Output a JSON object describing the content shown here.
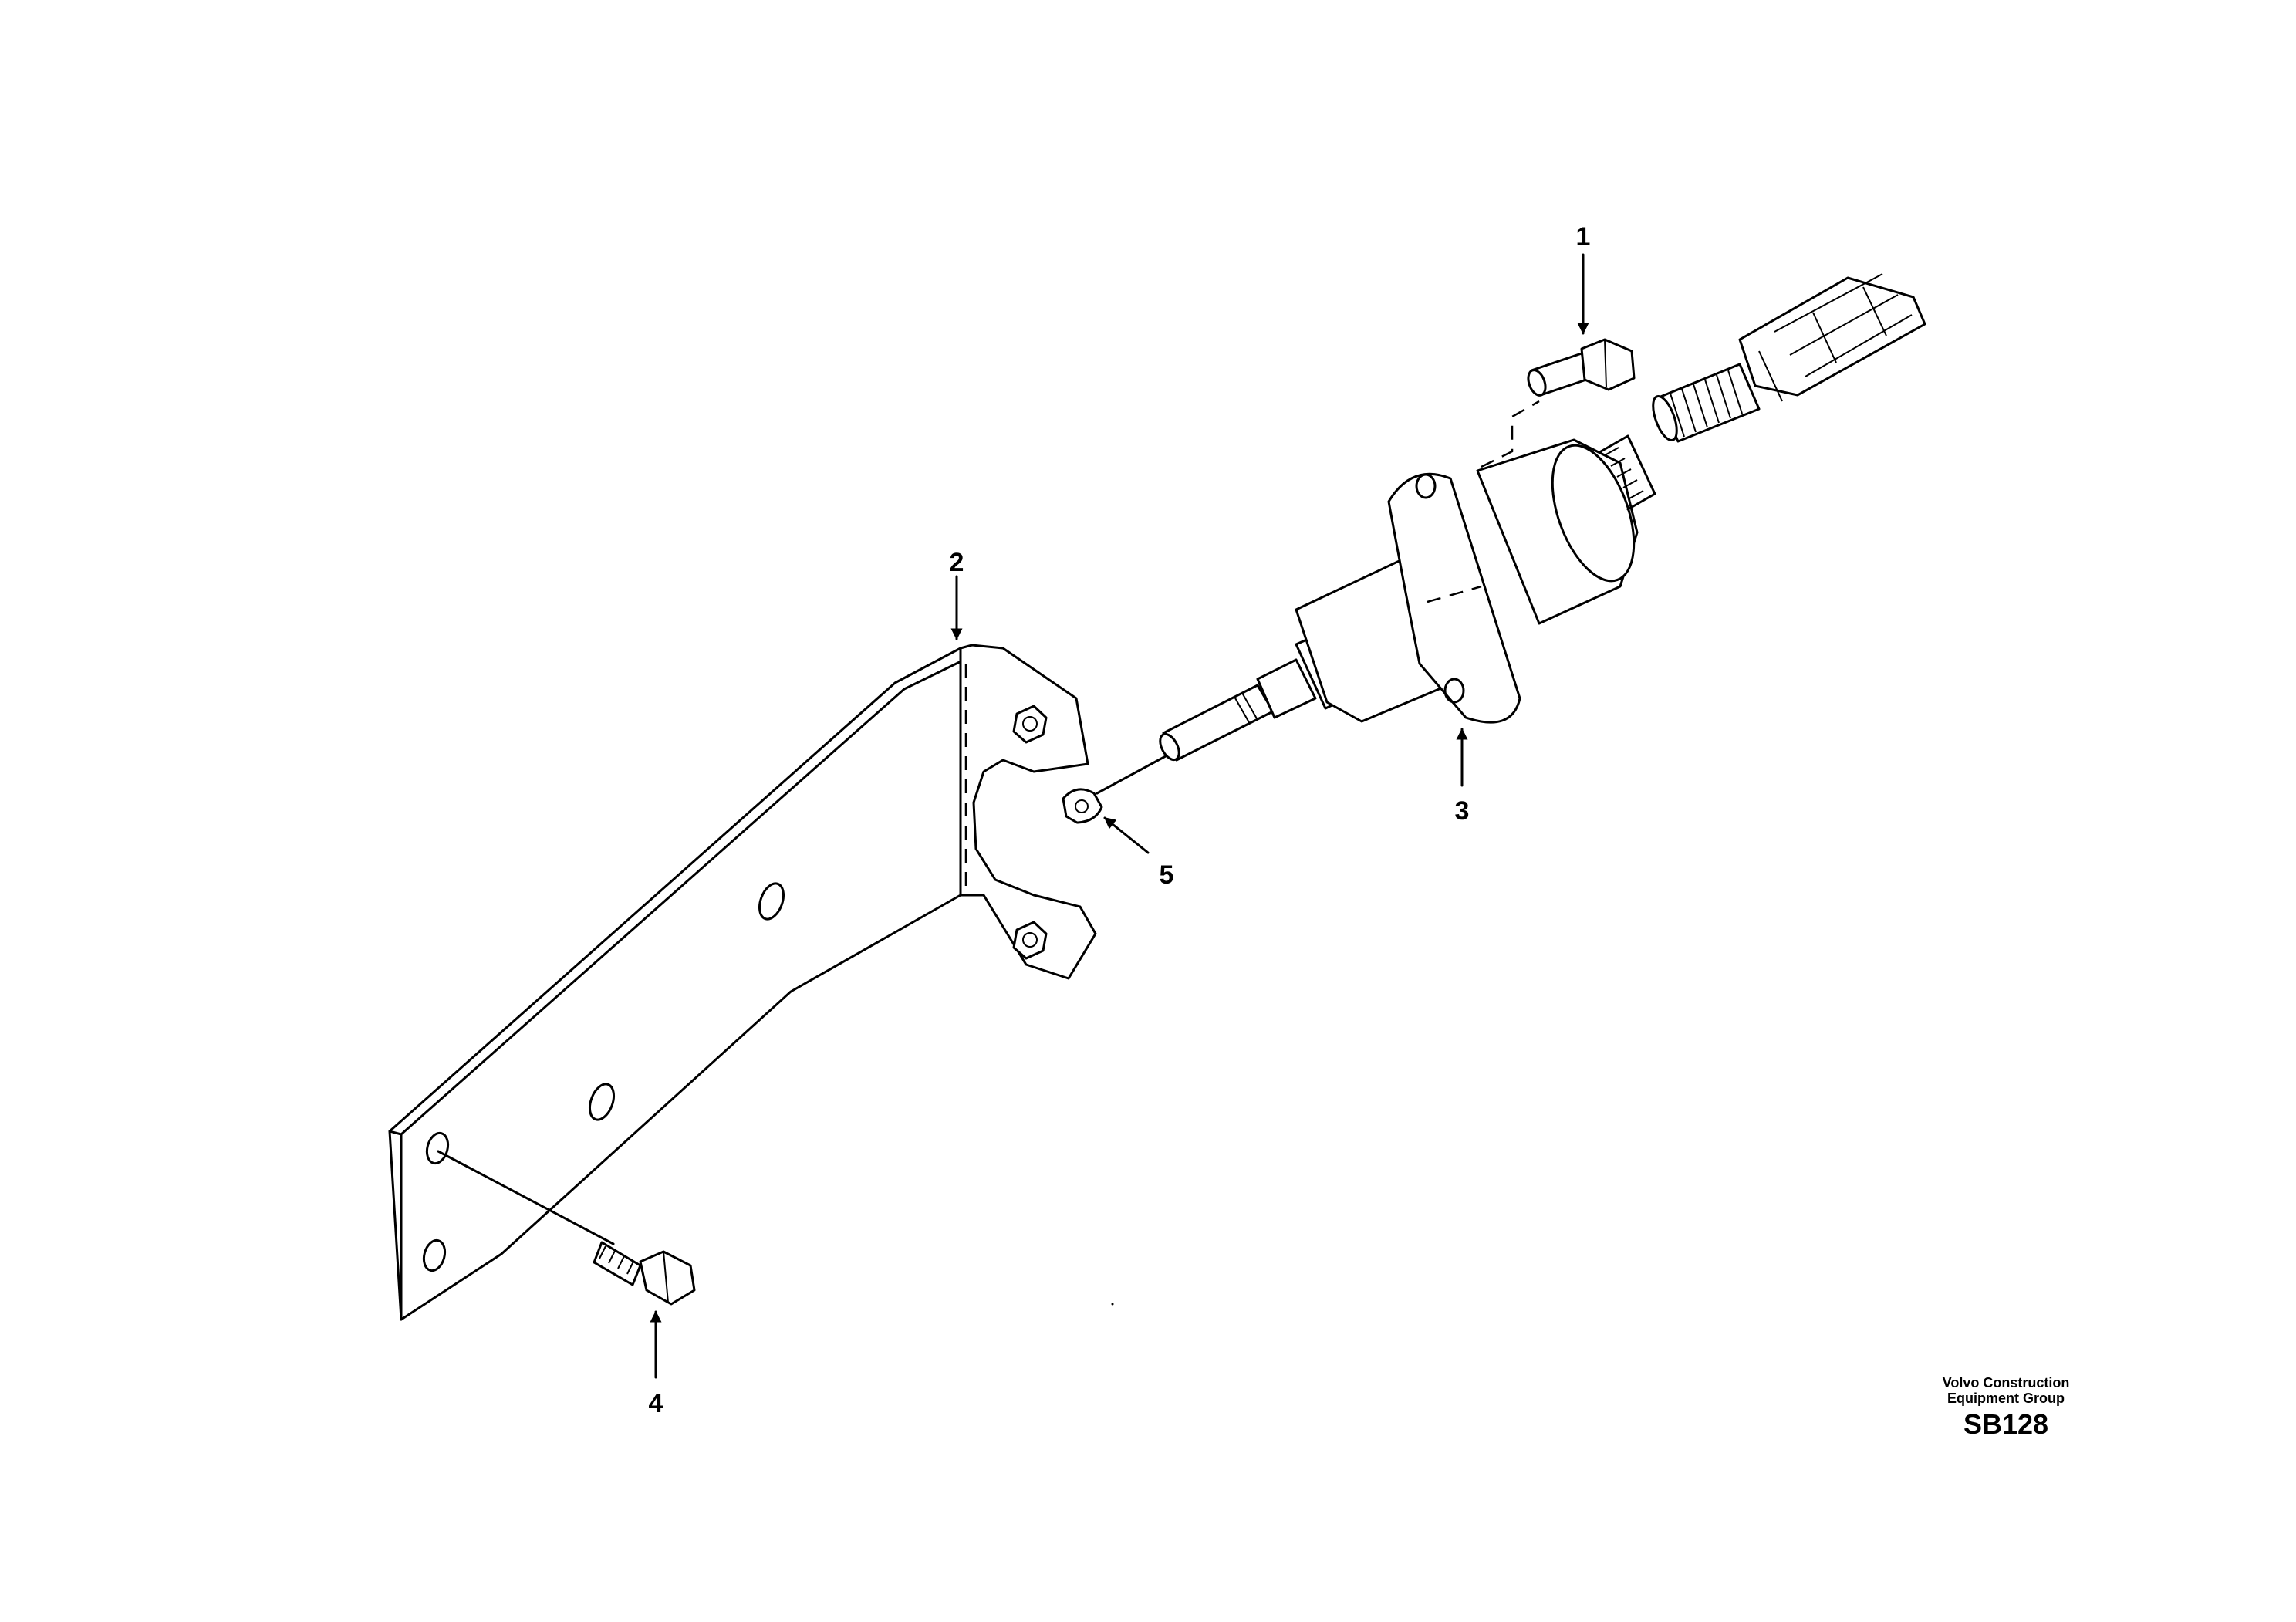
{
  "callouts": [
    {
      "id": "callout-1",
      "label": "1"
    },
    {
      "id": "callout-2",
      "label": "2"
    },
    {
      "id": "callout-3",
      "label": "3"
    },
    {
      "id": "callout-4",
      "label": "4"
    },
    {
      "id": "callout-5",
      "label": "5"
    }
  ],
  "caption": {
    "company_line1": "Volvo Construction",
    "company_line2": "Equipment Group",
    "code": "SB128"
  }
}
